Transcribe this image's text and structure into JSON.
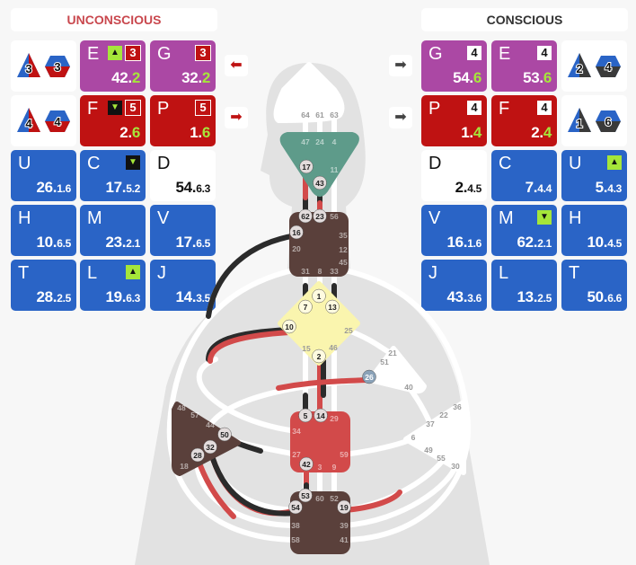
{
  "unconscious": {
    "title": "UNCONSCIOUS",
    "color": "#c9484e",
    "icons": [
      {
        "left": "3",
        "right": "3"
      },
      {
        "left": "4",
        "right": "4"
      }
    ],
    "cards": [
      {
        "letter": "E",
        "gate": "42",
        "line": "2",
        "sub": "",
        "color": "purple",
        "arrow": "up",
        "arrow_style": "green",
        "box": "3"
      },
      {
        "letter": "G",
        "gate": "32",
        "line": "2",
        "sub": "",
        "color": "purple",
        "box": "3"
      },
      {
        "letter": "F",
        "gate": "2",
        "line": "6",
        "sub": "",
        "color": "red",
        "arrow": "down",
        "arrow_style": "black",
        "box": "5"
      },
      {
        "letter": "P",
        "gate": "1",
        "line": "6",
        "sub": "",
        "color": "red",
        "box": "5"
      },
      {
        "letter": "U",
        "gate": "26",
        "line": "1",
        "sub": "6",
        "color": "blue"
      },
      {
        "letter": "C",
        "gate": "17",
        "line": "5",
        "sub": "2",
        "color": "blue",
        "arrow": "down",
        "arrow_style": "black"
      },
      {
        "letter": "D",
        "gate": "54",
        "line": "6",
        "sub": "3",
        "color": "white"
      },
      {
        "letter": "H",
        "gate": "10",
        "line": "6",
        "sub": "5",
        "color": "blue"
      },
      {
        "letter": "M",
        "gate": "23",
        "line": "2",
        "sub": "1",
        "color": "blue"
      },
      {
        "letter": "V",
        "gate": "17",
        "line": "6",
        "sub": "5",
        "color": "blue"
      },
      {
        "letter": "T",
        "gate": "28",
        "line": "2",
        "sub": "5",
        "color": "blue"
      },
      {
        "letter": "L",
        "gate": "19",
        "line": "6",
        "sub": "3",
        "color": "blue",
        "arrow": "up",
        "arrow_style": "green"
      },
      {
        "letter": "J",
        "gate": "14",
        "line": "3",
        "sub": "5",
        "color": "blue"
      }
    ],
    "arrows": [
      "left",
      "right"
    ]
  },
  "conscious": {
    "title": "CONSCIOUS",
    "color": "#333333",
    "icons": [
      {
        "left": "2",
        "right": "4"
      },
      {
        "left": "1",
        "right": "6"
      }
    ],
    "cards": [
      {
        "letter": "G",
        "gate": "54",
        "line": "6",
        "sub": "",
        "color": "purple",
        "box": "4"
      },
      {
        "letter": "E",
        "gate": "53",
        "line": "6",
        "sub": "",
        "color": "purple",
        "box": "4"
      },
      {
        "letter": "P",
        "gate": "1",
        "line": "4",
        "sub": "",
        "color": "red",
        "box": "4"
      },
      {
        "letter": "F",
        "gate": "2",
        "line": "4",
        "sub": "",
        "color": "red",
        "box": "4"
      },
      {
        "letter": "D",
        "gate": "2",
        "line": "4",
        "sub": "5",
        "color": "white"
      },
      {
        "letter": "C",
        "gate": "7",
        "line": "4",
        "sub": "4",
        "color": "blue"
      },
      {
        "letter": "U",
        "gate": "5",
        "line": "4",
        "sub": "3",
        "color": "blue",
        "arrow": "up",
        "arrow_style": "green"
      },
      {
        "letter": "V",
        "gate": "16",
        "line": "1",
        "sub": "6",
        "color": "blue"
      },
      {
        "letter": "M",
        "gate": "62",
        "line": "2",
        "sub": "1",
        "color": "blue",
        "arrow": "down",
        "arrow_style": "green"
      },
      {
        "letter": "H",
        "gate": "10",
        "line": "4",
        "sub": "5",
        "color": "blue"
      },
      {
        "letter": "J",
        "gate": "43",
        "line": "3",
        "sub": "6",
        "color": "blue"
      },
      {
        "letter": "L",
        "gate": "13",
        "line": "2",
        "sub": "5",
        "color": "blue"
      },
      {
        "letter": "T",
        "gate": "50",
        "line": "6",
        "sub": "6",
        "color": "blue"
      }
    ],
    "arrows": [
      "right",
      "right"
    ]
  },
  "bodygraph": {
    "colors": {
      "ajna": "#5e9b8a",
      "throat": "#5a403b",
      "g": "#faf5ae",
      "sacral": "#d24a4a",
      "root": "#5a403b",
      "spleen": "#5a403b",
      "head": "#ffffff",
      "ego": "#ffffff",
      "solar_plexus": "#ffffff",
      "design": "#d24a4a",
      "personality": "#2b2b2b"
    },
    "centers": {
      "head": [
        "64",
        "61",
        "63"
      ],
      "ajna": [
        "47",
        "24",
        "4",
        "17",
        "11",
        "43"
      ],
      "throat": [
        "62",
        "23",
        "56",
        "16",
        "35",
        "20",
        "12",
        "45",
        "31",
        "8",
        "33"
      ],
      "g": [
        "1",
        "7",
        "13",
        "10",
        "25",
        "15",
        "46",
        "2"
      ],
      "ego": [
        "21",
        "51",
        "26",
        "40"
      ],
      "sacral": [
        "5",
        "14",
        "29",
        "34",
        "27",
        "59",
        "42",
        "3",
        "9"
      ],
      "root": [
        "53",
        "60",
        "52",
        "54",
        "19",
        "38",
        "39",
        "58",
        "41"
      ],
      "spleen": [
        "48",
        "57",
        "44",
        "50",
        "32",
        "28",
        "18"
      ],
      "solar_plexus": [
        "36",
        "22",
        "37",
        "6",
        "49",
        "55",
        "30"
      ]
    },
    "active_gates": [
      "17",
      "43",
      "62",
      "23",
      "16",
      "1",
      "7",
      "13",
      "10",
      "2",
      "26",
      "5",
      "14",
      "42",
      "53",
      "54",
      "19",
      "50",
      "32",
      "28"
    ]
  }
}
